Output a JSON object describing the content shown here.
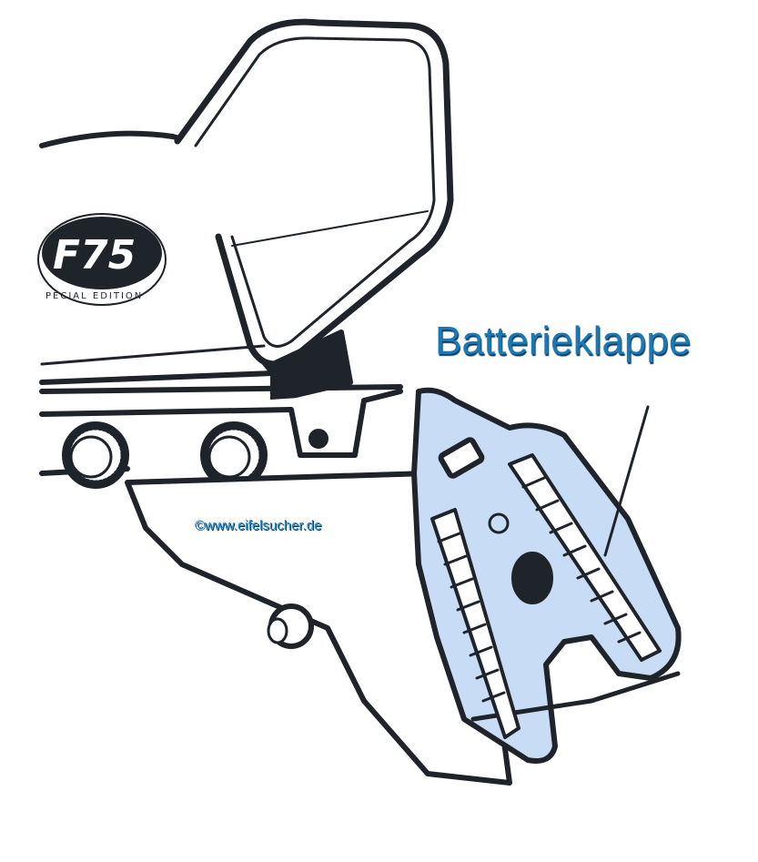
{
  "diagram": {
    "callout_label": "Batterieklappe",
    "copyright": "©www.eifelsucher.de",
    "logo": {
      "model": "F75",
      "edition": "SPECIAL EDITION"
    },
    "colors": {
      "label": "#1a78b4",
      "battery_cover": "#c9dcf5",
      "outline": "#1f232a"
    }
  }
}
